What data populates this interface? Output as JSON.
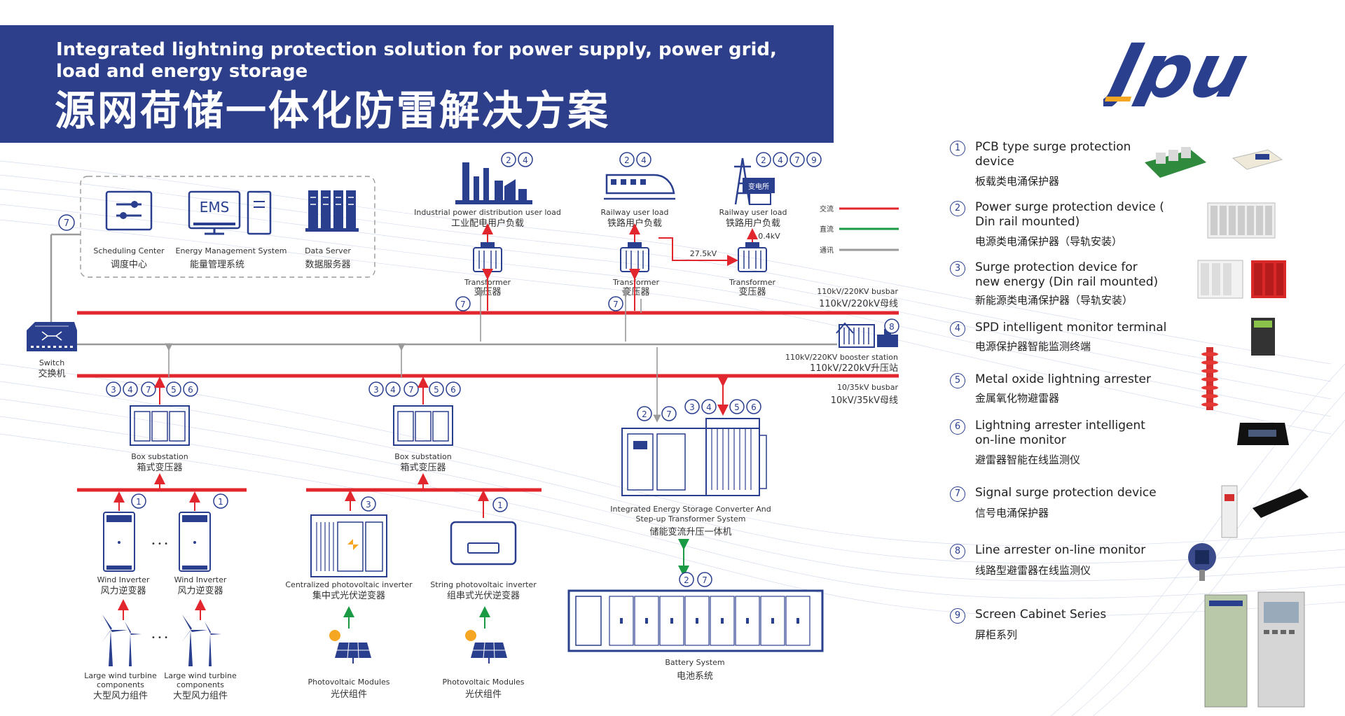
{
  "header": {
    "title_en": "Integrated lightning protection solution for power supply, power grid, load and energy storage",
    "title_zh": "源网荷储一体化防雷解决方案"
  },
  "brand": {
    "logo_text": "Jpu",
    "color": "#2a3f8e",
    "accent": "#f5a623"
  },
  "colors": {
    "header_bg": "#2d3f8a",
    "ac_line": "#e2262e",
    "dc_line": "#1a9a44",
    "comm_line": "#9a9a9a",
    "icon": "#2a3f8e"
  },
  "legend_lines": {
    "ac": "交流",
    "dc": "直流",
    "comm": "通讯"
  },
  "control": {
    "scheduling_en": "Scheduling Center",
    "scheduling_zh": "调度中心",
    "ems_label": "EMS",
    "ems_en": "Energy Management System",
    "ems_zh": "能量管理系统",
    "data_en": "Data Server",
    "data_zh": "数据服务器",
    "badge": "7"
  },
  "loads": {
    "industrial": {
      "en": "Industrial power distribution user load",
      "zh": "工业配电用户负载",
      "badges": [
        "2",
        "4"
      ]
    },
    "railway1": {
      "en": "Railway user load",
      "zh": "铁路用户负载",
      "badges": [
        "2",
        "4"
      ]
    },
    "railway2": {
      "en": "Railway user load",
      "zh": "铁路用户负载",
      "badges": [
        "2",
        "4",
        "7",
        "9"
      ],
      "substation_label": "变电所"
    },
    "voltage_27": "27.5kV",
    "voltage_04": "0.4kV"
  },
  "transformer": {
    "en": "Transformer",
    "zh": "变压器",
    "badge": "7"
  },
  "switch": {
    "en": "Switch",
    "zh": "交换机"
  },
  "busbars": {
    "hv_en": "110kV/220KV busbar",
    "hv_zh": "110kV/220kV母线",
    "booster_en": "110kV/220KV booster station",
    "booster_zh": "110kV/220kV升压站",
    "booster_badge": "8",
    "mv_en": "10/35kV busbar",
    "mv_zh": "10kV/35kV母线"
  },
  "box_substation": {
    "en": "Box substation",
    "zh": "箱式变压器",
    "badges": [
      "3",
      "4",
      "7",
      "5",
      "6"
    ]
  },
  "storage": {
    "en_line1": "Integrated Energy Storage Converter And",
    "en_line2": "Step-up Transformer System",
    "zh": "储能变流升压一体机",
    "badges_left": [
      "2",
      "7"
    ],
    "badges_right": [
      "3",
      "4",
      "5",
      "6"
    ],
    "badges_bottom": [
      "2",
      "7"
    ]
  },
  "battery": {
    "en": "Battery System",
    "zh": "电池系统"
  },
  "wind": {
    "inverter_en": "Wind Inverter",
    "inverter_zh": "风力逆变器",
    "badge": "1",
    "turbine_en_1": "Large wind turbine",
    "turbine_en_2": "components",
    "turbine_zh": "大型风力组件",
    "ellipsis": "• • •"
  },
  "pv": {
    "central_en": "Centralized photovoltaic inverter",
    "central_zh": "集中式光伏逆变器",
    "central_badge": "3",
    "string_en": "String photovoltaic inverter",
    "string_zh": "组串式光伏逆变器",
    "string_badge": "1",
    "modules_en": "Photovoltaic Modules",
    "modules_zh": "光伏组件"
  },
  "products": [
    {
      "num": "1",
      "en": "PCB type surge protection device",
      "zh": "板载类电涌保护器"
    },
    {
      "num": "2",
      "en": "Power surge protection device ( Din rail mounted)",
      "zh": "电源类电涌保护器（导轨安装）"
    },
    {
      "num": "3",
      "en": "Surge protection device for new energy (Din rail mounted)",
      "zh": "新能源类电涌保护器（导轨安装）"
    },
    {
      "num": "4",
      "en": "SPD intelligent monitor terminal",
      "zh": "电源保护器智能监测终端"
    },
    {
      "num": "5",
      "en": "Metal oxide lightning arrester",
      "zh": "金属氧化物避雷器"
    },
    {
      "num": "6",
      "en": "Lightning arrester intelligent on-line monitor",
      "zh": "避雷器智能在线监测仪"
    },
    {
      "num": "7",
      "en": "Signal surge protection device",
      "zh": "信号电涌保护器"
    },
    {
      "num": "8",
      "en": "Line arrester on-line monitor",
      "zh": "线路型避雷器在线监测仪"
    },
    {
      "num": "9",
      "en": "Screen Cabinet Series",
      "zh": "屏柜系列"
    }
  ]
}
